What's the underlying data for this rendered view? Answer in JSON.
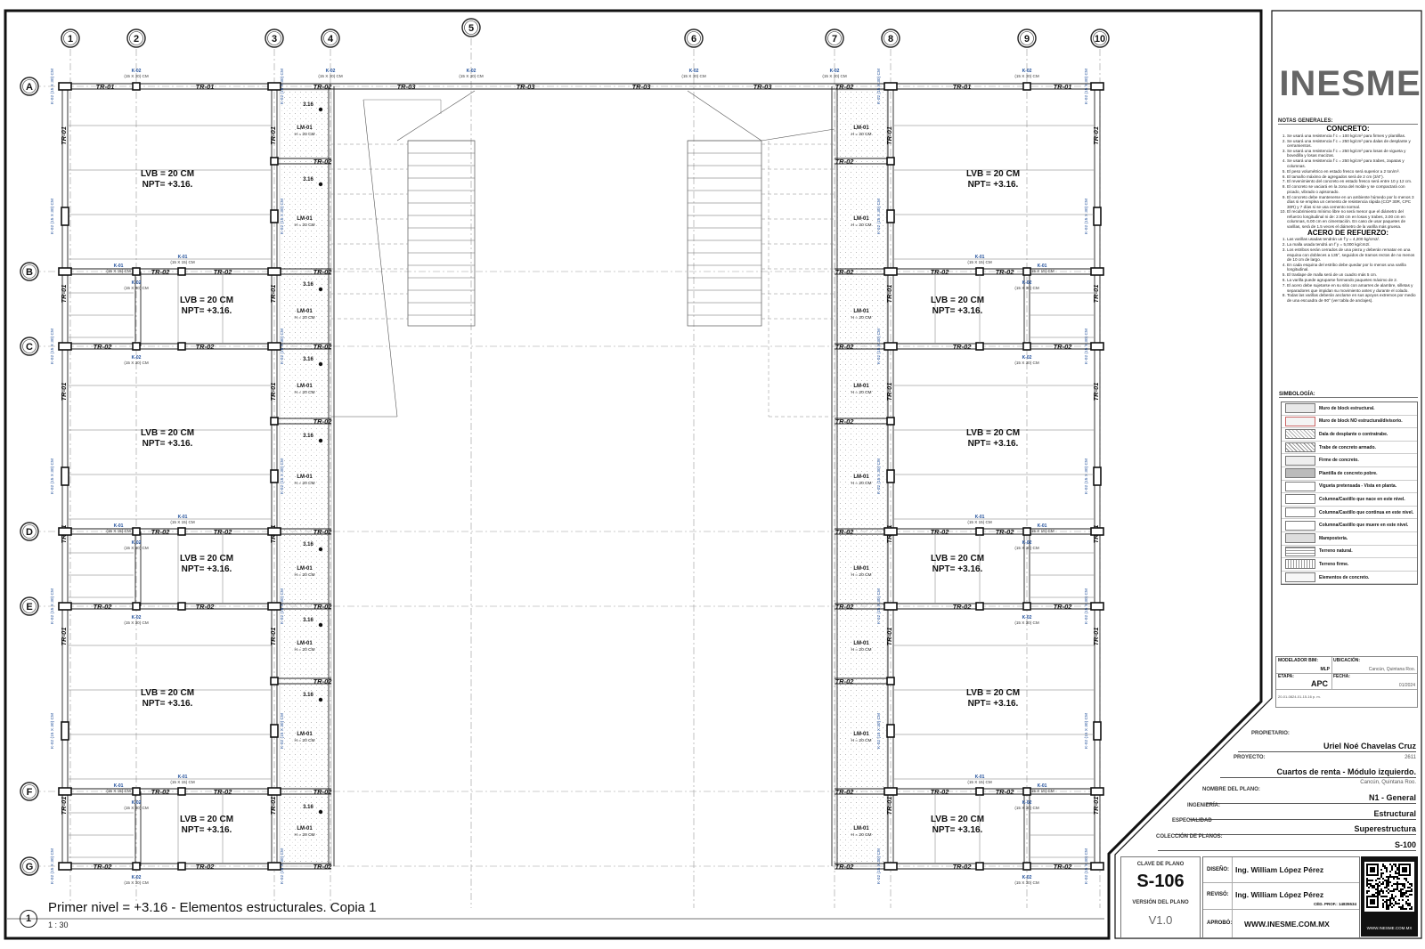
{
  "plan": {
    "title": "Primer nivel = +3.16 - Elementos estructurales. Copia 1",
    "number": "1",
    "scale": "1 : 30",
    "grid_cols": [
      "1",
      "2",
      "3",
      "4",
      "5",
      "6",
      "7",
      "8",
      "9",
      "10"
    ],
    "grid_rows": [
      "A",
      "B",
      "C",
      "D",
      "E",
      "F",
      "G"
    ],
    "slab_label": "LVB = 20 CM",
    "npt_label": "NPT= +3.16.",
    "beams": [
      "TR-01",
      "TR-02",
      "TR-03"
    ],
    "castillo_k01": "K-01",
    "castillo_k02": "K-02",
    "dim_15x15": "(15 X 15) CM",
    "dim_15x30": "(15 X 30) CM",
    "stair_mark": "3.16",
    "lm_label": "LM-01",
    "lm_h": "H = 20 CM"
  },
  "brand": {
    "logo_text": "INESME"
  },
  "notes": {
    "header": "NOTAS GENERALES:",
    "concreto_title": "CONCRETO:",
    "concreto_items": [
      "Se usará una resistencia f´c = 100 kg/cm² para firmes y plantillas.",
      "Se usará una resistencia f´c = 250 kg/cm² para dalas de desplante y cerramientos.",
      "Se usará una resistencia f´c = 250 kg/cm² para losas de vigueta y bovedilla y losas macizas.",
      "Se usará una resistencia f´c = 250 kg/cm² para trabes, zapatas y columnas.",
      "El peso volumétrico en estado fresco será superior a 2 ton/m³.",
      "El tamaño máximo de agregados será de 2 cm (3/4\").",
      "El revenimiento del concreto en estado fresco será entre 10 y 12 cm.",
      "El concreto se vaciará en la zona del molde y se compactará con picado, vibrado o apisonado.",
      "El concreto debe mantenerse en un ambiente húmedo por lo menos 3 días si se emplea un cemento de resistencia rápida (CCP 30R, CPC 30R) y 7 días si se usa cemento normal.",
      "El recubrimiento mínimo libre no será menor que el diámetro del refuerzo longitudinal ni de: 2.50 cm en losas y trabes, 3.00 cm en columnas, 6.00 cm en cimentación. En caso de usar paquetes de varillas, será de 1.5 veces el diámetro de la varilla más gruesa."
    ],
    "acero_title": "ACERO DE REFUERZO:",
    "acero_items": [
      "Las varillas usadas tendrán un f´y = 4,200 kg/cm2/.",
      "La malla usada tendrá un f´y = 5,000 kg/cm2/.",
      "Los estribos serán cerrados de una pieza y deberán rematar en una esquina con dobleces a 135°, seguidos de tramos rectos de no menos de 10 cm de largo.",
      "En cada esquina del estribo debe quedar por lo menos una varilla longitudinal.",
      "El traslape de malla será de un cuadro más 5 cm.",
      "La varilla puede agruparse formando paquetes máximo de 2.",
      "El acero debe sujetarse en su sitio con amarres de alambre, silletas y separadores que impidan su movimiento antes y durante el colado.",
      "Todas las varillas deberán anclarse en sus apoyos extremos por medio de una escuadra de 90° (ver tabla de anclajes)."
    ],
    "simbologia_title": "SIMBOLOGÍA:",
    "simbologia": [
      "Muro de block estructural.",
      "Muro de block NO estructural/divisorio.",
      "Dala de desplante o contratrabe.",
      "Trabe de concreto armado.",
      "Firme de concreto.",
      "Plantilla de concreto pobre.",
      "Vigueta pretensada - Vista en planta.",
      "Columna/Castillo que nace en este nivel.",
      "Columna/Castillo que continua en este nivel.",
      "Columna/Castillo que muere en este nivel.",
      "Mampostería.",
      "Terreno natural.",
      "Terreno firme.",
      "Elementos de concreto."
    ]
  },
  "smalltable": {
    "modelador_label": "MODELADOR BIM:",
    "modelador": "MLP",
    "ubicacion_label": "UBICACIÓN:",
    "ubicacion": "Cancún, Quintana Roo.",
    "etapa_label": "ETAPA:",
    "etapa": "APC",
    "fecha_label": "FECHA:",
    "fecha": "01/2024",
    "code": "20-01-0824-01-15-16 p. m."
  },
  "titleblock": {
    "propietario_label": "PROPIETARIO:",
    "propietario": "Uriel Noé Chavelas Cruz",
    "proyecto_num": "2611",
    "proyecto_label": "PROYECTO:",
    "proyecto": "Cuartos de renta - Módulo izquierdo.",
    "ubicacion": "Cancún, Quintana Roo.",
    "nombre_label": "NOMBRE DEL PLANO:",
    "nombre": "N1 - General",
    "ingenieria_label": "INGENIERÍA:",
    "ingenieria": "Estructural",
    "especialidad_label": "ESPECIALIDAD",
    "especialidad": "Superestructura",
    "coleccion_label": "COLECCIÓN DE PLANOS:",
    "coleccion": "S-100",
    "clave_label": "CLAVE DE PLANO",
    "clave": "S-106",
    "version_label": "VERSIÓN DEL PLANO",
    "version": "V1.0",
    "diseno_label": "DISEÑO:",
    "diseno": "Ing. William López Pérez",
    "reviso_label": "REVISÓ:",
    "reviso": "Ing. William López Pérez",
    "cedula": "CÉD. PROF.: 14835534",
    "aprobo_label": "APROBÓ:",
    "web": "WWW.INESME.COM.MX",
    "qr_caption": "WWW.INESME.COM.MX"
  }
}
